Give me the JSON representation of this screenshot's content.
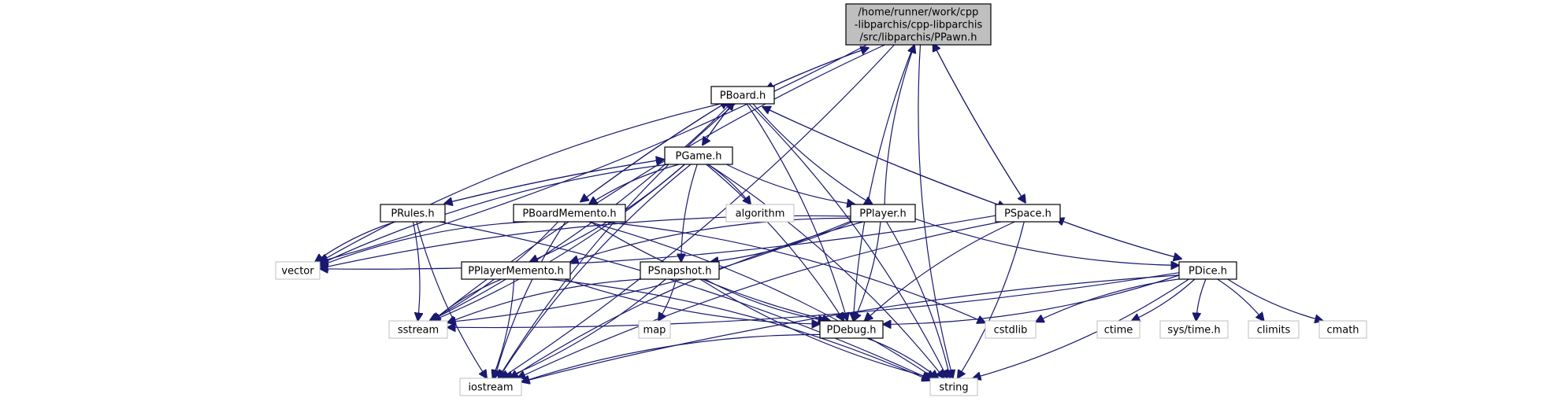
{
  "colors": {
    "edge": "#191970",
    "root_fill": "#bfbfbf",
    "node_border": "#000000",
    "external_border": "#bfbfbf",
    "background": "#ffffff"
  },
  "nodes": [
    {
      "id": "root",
      "kind": "root",
      "lines": [
        "/home/runner/work/cpp",
        "-libparchis/cpp-libparchis",
        "/src/libparchis/PPawn.h"
      ]
    },
    {
      "id": "pboard",
      "kind": "file",
      "lines": [
        "PBoard.h"
      ]
    },
    {
      "id": "pgame",
      "kind": "file",
      "lines": [
        "PGame.h"
      ]
    },
    {
      "id": "prules",
      "kind": "file",
      "lines": [
        "PRules.h"
      ]
    },
    {
      "id": "pboardmemento",
      "kind": "file",
      "lines": [
        "PBoardMemento.h"
      ]
    },
    {
      "id": "algorithm",
      "kind": "external",
      "lines": [
        "algorithm"
      ]
    },
    {
      "id": "pplayer",
      "kind": "file",
      "lines": [
        "PPlayer.h"
      ]
    },
    {
      "id": "pspace",
      "kind": "file",
      "lines": [
        "PSpace.h"
      ]
    },
    {
      "id": "vector",
      "kind": "external",
      "lines": [
        "vector"
      ]
    },
    {
      "id": "pplayermemento",
      "kind": "file",
      "lines": [
        "PPlayerMemento.h"
      ]
    },
    {
      "id": "psnapshot",
      "kind": "file",
      "lines": [
        "PSnapshot.h"
      ]
    },
    {
      "id": "pdice",
      "kind": "file",
      "lines": [
        "PDice.h"
      ]
    },
    {
      "id": "sstream",
      "kind": "external",
      "lines": [
        "sstream"
      ]
    },
    {
      "id": "map",
      "kind": "external",
      "lines": [
        "map"
      ]
    },
    {
      "id": "pdebug",
      "kind": "file",
      "lines": [
        "PDebug.h"
      ]
    },
    {
      "id": "cstdlib",
      "kind": "external",
      "lines": [
        "cstdlib"
      ]
    },
    {
      "id": "ctime",
      "kind": "external",
      "lines": [
        "ctime"
      ]
    },
    {
      "id": "systime",
      "kind": "external",
      "lines": [
        "sys/time.h"
      ]
    },
    {
      "id": "climits",
      "kind": "external",
      "lines": [
        "climits"
      ]
    },
    {
      "id": "cmath",
      "kind": "external",
      "lines": [
        "cmath"
      ]
    },
    {
      "id": "iostream",
      "kind": "external",
      "lines": [
        "iostream"
      ]
    },
    {
      "id": "string",
      "kind": "external",
      "lines": [
        "string"
      ]
    }
  ],
  "edges": [
    [
      "root",
      "pboard"
    ],
    [
      "pboard",
      "root"
    ],
    [
      "root",
      "pspace"
    ],
    [
      "pspace",
      "root"
    ],
    [
      "root",
      "pdebug"
    ],
    [
      "root",
      "vector"
    ],
    [
      "root",
      "sstream"
    ],
    [
      "root",
      "iostream"
    ],
    [
      "root",
      "string"
    ],
    [
      "pplayer",
      "root"
    ],
    [
      "pboard",
      "pgame"
    ],
    [
      "pgame",
      "pboard"
    ],
    [
      "pboard",
      "pboardmemento"
    ],
    [
      "pboardmemento",
      "pboard"
    ],
    [
      "pboard",
      "pspace"
    ],
    [
      "pspace",
      "pboard"
    ],
    [
      "pboard",
      "pplayer"
    ],
    [
      "pboard",
      "pdebug"
    ],
    [
      "pboard",
      "vector"
    ],
    [
      "pboard",
      "sstream"
    ],
    [
      "pboard",
      "iostream"
    ],
    [
      "pboard",
      "string"
    ],
    [
      "pgame",
      "prules"
    ],
    [
      "prules",
      "pgame"
    ],
    [
      "pgame",
      "pboardmemento"
    ],
    [
      "pgame",
      "algorithm"
    ],
    [
      "pgame",
      "pplayer"
    ],
    [
      "pgame",
      "pplayermemento"
    ],
    [
      "pgame",
      "psnapshot"
    ],
    [
      "pgame",
      "pdebug"
    ],
    [
      "pgame",
      "vector"
    ],
    [
      "pgame",
      "sstream"
    ],
    [
      "pgame",
      "iostream"
    ],
    [
      "pgame",
      "string"
    ],
    [
      "prules",
      "vector"
    ],
    [
      "prules",
      "sstream"
    ],
    [
      "prules",
      "iostream"
    ],
    [
      "prules",
      "string"
    ],
    [
      "pboardmemento",
      "vector"
    ],
    [
      "pboardmemento",
      "sstream"
    ],
    [
      "pboardmemento",
      "iostream"
    ],
    [
      "pboardmemento",
      "string"
    ],
    [
      "pboardmemento",
      "pdebug"
    ],
    [
      "pboardmemento",
      "cstdlib"
    ],
    [
      "pplayer",
      "pplayermemento"
    ],
    [
      "pplayer",
      "psnapshot"
    ],
    [
      "pplayer",
      "pdice"
    ],
    [
      "pplayer",
      "pdebug"
    ],
    [
      "pplayer",
      "vector"
    ],
    [
      "pplayer",
      "sstream"
    ],
    [
      "pplayer",
      "iostream"
    ],
    [
      "pplayer",
      "string"
    ],
    [
      "pspace",
      "pdice"
    ],
    [
      "pdice",
      "pspace"
    ],
    [
      "pspace",
      "pdebug"
    ],
    [
      "pspace",
      "vector"
    ],
    [
      "pspace",
      "iostream"
    ],
    [
      "pspace",
      "string"
    ],
    [
      "pplayermemento",
      "sstream"
    ],
    [
      "pplayermemento",
      "iostream"
    ],
    [
      "pplayermemento",
      "pdebug"
    ],
    [
      "pplayermemento",
      "string"
    ],
    [
      "psnapshot",
      "sstream"
    ],
    [
      "psnapshot",
      "map"
    ],
    [
      "psnapshot",
      "pdebug"
    ],
    [
      "psnapshot",
      "iostream"
    ],
    [
      "psnapshot",
      "string"
    ],
    [
      "pdice",
      "pdebug"
    ],
    [
      "pdice",
      "cstdlib"
    ],
    [
      "pdice",
      "ctime"
    ],
    [
      "pdice",
      "systime"
    ],
    [
      "pdice",
      "climits"
    ],
    [
      "pdice",
      "cmath"
    ],
    [
      "pdice",
      "sstream"
    ],
    [
      "pdice",
      "iostream"
    ],
    [
      "pdice",
      "string"
    ],
    [
      "pdebug",
      "iostream"
    ],
    [
      "pdebug",
      "string"
    ]
  ]
}
